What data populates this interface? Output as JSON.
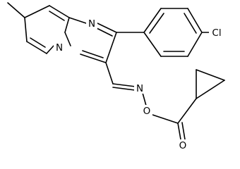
{
  "atoms": {
    "n_imine": "N",
    "n_bridge": "N",
    "n_oxime": "N",
    "o_ether": "O",
    "o_carbonyl": "O",
    "chlorine": "Cl"
  },
  "colors": {
    "bond": "#000000",
    "label": "#000000",
    "background": "#ffffff"
  }
}
